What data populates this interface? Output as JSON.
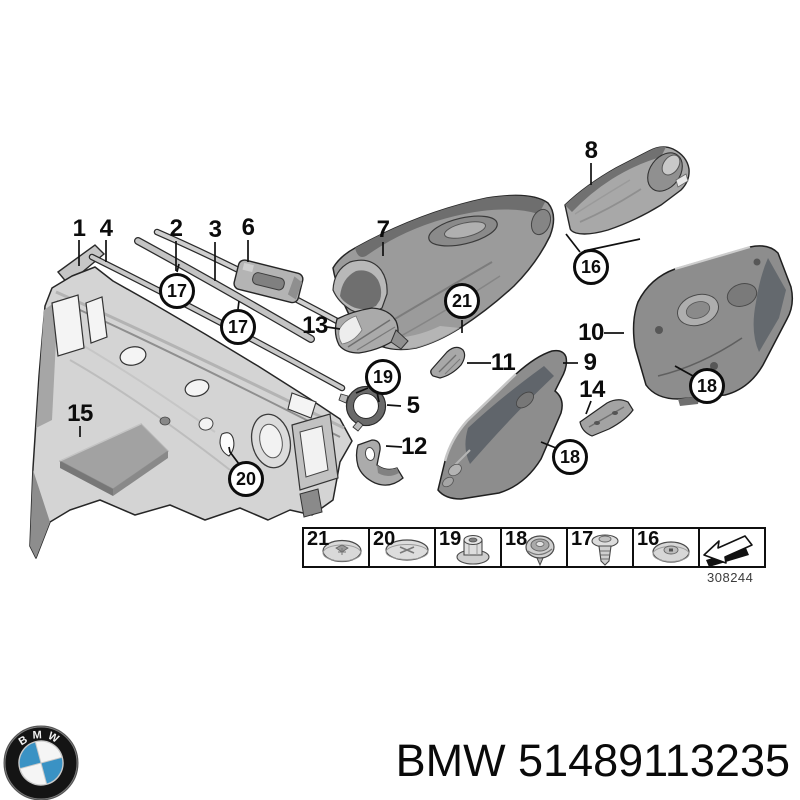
{
  "branding": {
    "logo_letters": "BMW",
    "part_text": "BMW 51489113235"
  },
  "diagram": {
    "code": "308244",
    "callouts_plain": [
      {
        "label": "1"
      },
      {
        "label": "4"
      },
      {
        "label": "2"
      },
      {
        "label": "3"
      },
      {
        "label": "6"
      },
      {
        "label": "7"
      },
      {
        "label": "8"
      },
      {
        "label": "13"
      },
      {
        "label": "15"
      },
      {
        "label": "10"
      },
      {
        "label": "11"
      },
      {
        "label": "9"
      },
      {
        "label": "14"
      },
      {
        "label": "5"
      },
      {
        "label": "12"
      }
    ],
    "callouts_circled": [
      {
        "label": "17"
      },
      {
        "label": "17"
      },
      {
        "label": "19"
      },
      {
        "label": "16"
      },
      {
        "label": "21"
      },
      {
        "label": "18"
      },
      {
        "label": "18"
      },
      {
        "label": "20"
      }
    ],
    "legend_items": [
      {
        "label": "21",
        "icon": "plastic-nut-icon"
      },
      {
        "label": "20",
        "icon": "plastic-nut-flat-icon"
      },
      {
        "label": "19",
        "icon": "hex-nut-icon"
      },
      {
        "label": "18",
        "icon": "expanding-clip-icon"
      },
      {
        "label": "17",
        "icon": "expanding-rivet-icon"
      },
      {
        "label": "16",
        "icon": "washer-nut-icon"
      }
    ],
    "legend_arrow_icon": "direction-arrow-icon"
  }
}
